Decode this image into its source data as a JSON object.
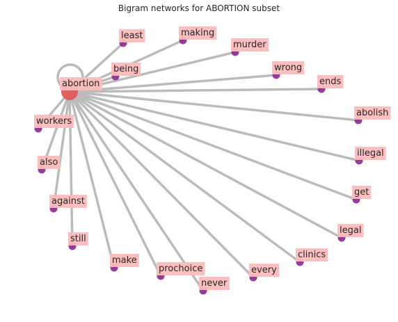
{
  "title": "Bigram networks for ABORTION subset",
  "colors": {
    "edge": "#bbbbbb",
    "center_node": "#e05a5a",
    "leaf_node": "#8b2a8f",
    "label_bg": "#fbbcbc",
    "text": "#262626"
  },
  "center": {
    "label": "abortion",
    "self_loop": true
  },
  "neighbors": [
    "least",
    "making",
    "murder",
    "wrong",
    "being",
    "ends",
    "abolish",
    "workers",
    "illegal",
    "also",
    "get",
    "against",
    "legal",
    "still",
    "clinics",
    "make",
    "prochoice",
    "every",
    "never"
  ]
}
